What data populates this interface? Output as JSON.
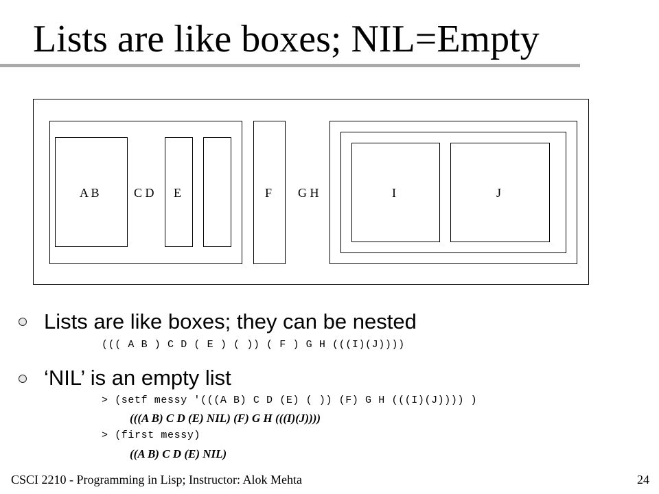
{
  "slide": {
    "title": "Lists are like boxes; NIL=Empty",
    "diagram": {
      "labels": {
        "ab": "A B",
        "cd": "C D",
        "e": "E",
        "f": "F",
        "gh": "G H",
        "i": "I",
        "j": "J"
      }
    },
    "bullets": [
      {
        "text": "Lists are like boxes; they can be nested",
        "code": "((( A B ) C D ( E ) ( )) ( F ) G H (((I)(J))))"
      },
      {
        "text": "‘NIL’ is an empty list",
        "code1": "> (setf messy '(((A B) C D (E) ( )) (F) G H (((I)(J)))) )",
        "result1": "(((A B) C D (E) NIL) (F) G H (((I)(J))))",
        "code2": "> (first messy)",
        "result2": "((A B) C D (E) NIL)"
      }
    ],
    "footer": {
      "course": "CSCI 2210 - Programming in Lisp; Instructor: Alok Mehta",
      "page_number": "24"
    }
  }
}
